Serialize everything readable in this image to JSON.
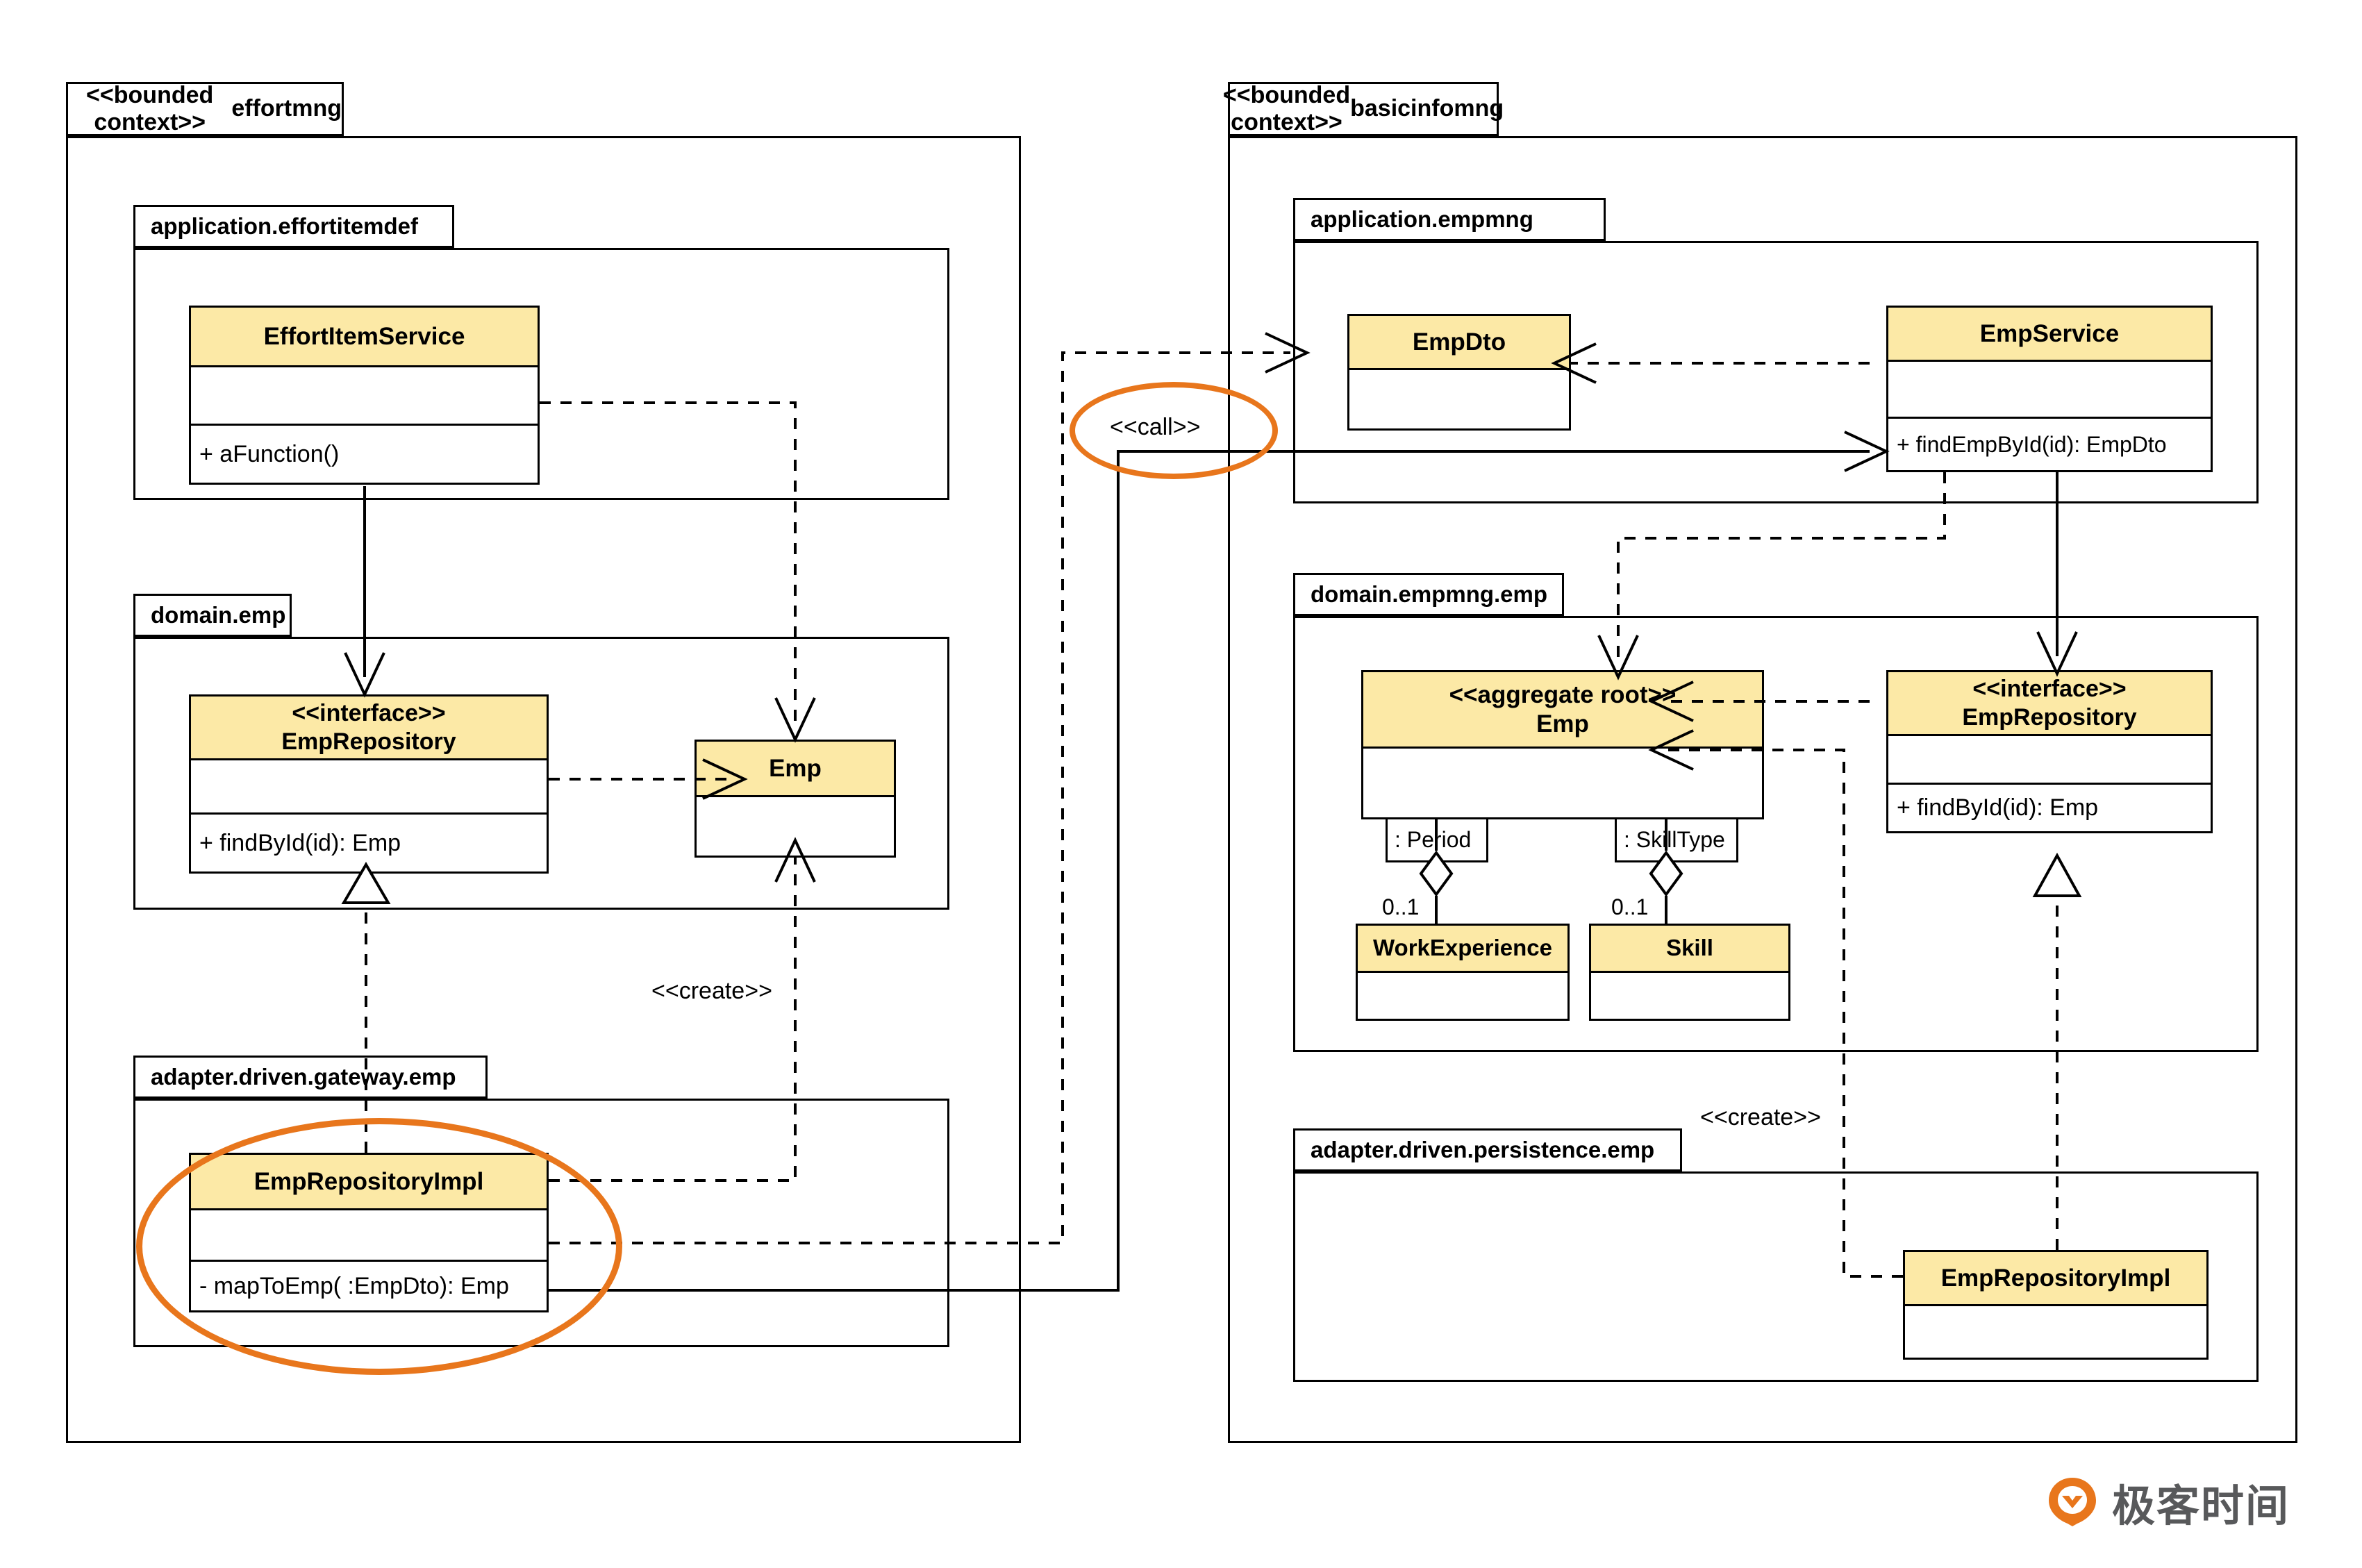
{
  "diagram": {
    "type": "uml-class-diagram",
    "title": "Bounded contexts effortmng and basicinfomng",
    "accent_color": "#E8761C",
    "class_fill_color": "#FCE9A6",
    "line_color": "#000000"
  },
  "contexts": [
    {
      "stereotype": "<<bounded context>>",
      "name": "effortmng",
      "packages": [
        {
          "name": "application.effortitemdef",
          "classes": [
            {
              "name": "EffortItemService",
              "stereotype": "",
              "attributes": [],
              "operations": [
                "+ aFunction()"
              ]
            }
          ]
        },
        {
          "name": "domain.emp",
          "classes": [
            {
              "name": "EmpRepository",
              "stereotype": "<<interface>>",
              "attributes": [],
              "operations": [
                "+ findById(id): Emp"
              ]
            },
            {
              "name": "Emp",
              "stereotype": "",
              "attributes": [],
              "operations": []
            }
          ]
        },
        {
          "name": "adapter.driven.gateway.emp",
          "classes": [
            {
              "name": "EmpRepositoryImpl",
              "stereotype": "",
              "attributes": [],
              "operations": [
                "- mapToEmp( :EmpDto): Emp"
              ]
            }
          ]
        }
      ]
    },
    {
      "stereotype": "<<bounded context>>",
      "name": "basicinfomng",
      "packages": [
        {
          "name": "application.empmng",
          "classes": [
            {
              "name": "EmpDto",
              "stereotype": "",
              "attributes": [],
              "operations": []
            },
            {
              "name": "EmpService",
              "stereotype": "",
              "attributes": [],
              "operations": [
                "+ findEmpById(id): EmpDto"
              ]
            }
          ]
        },
        {
          "name": "domain.empmng.emp",
          "classes": [
            {
              "name": "Emp",
              "stereotype": "<<aggregate root>>",
              "attributes": [],
              "operations": []
            },
            {
              "name": "EmpRepository",
              "stereotype": "<<interface>>",
              "attributes": [],
              "operations": [
                "+ findById(id): Emp"
              ]
            },
            {
              "name": "WorkExperience",
              "stereotype": "",
              "attributes": [],
              "operations": []
            },
            {
              "name": "Skill",
              "stereotype": "",
              "attributes": [],
              "operations": []
            }
          ],
          "roles": [
            {
              "label": ": Period",
              "multiplicity": "0..1",
              "target": "WorkExperience"
            },
            {
              "label": ": SkillType",
              "multiplicity": "0..1",
              "target": "Skill"
            }
          ]
        },
        {
          "name": "adapter.driven.persistence.emp",
          "classes": [
            {
              "name": "EmpRepositoryImpl",
              "stereotype": "",
              "attributes": [],
              "operations": []
            }
          ]
        }
      ]
    }
  ],
  "relationship_labels": {
    "call": "<<call>>",
    "create_left": "<<create>>",
    "create_right": "<<create>>"
  },
  "highlights": [
    {
      "name": "call-highlight",
      "label": "<<call>>",
      "color": "#E8761C"
    },
    {
      "name": "emp-repository-impl-highlight",
      "label": "EmpRepositoryImpl",
      "color": "#E8761C"
    }
  ],
  "watermark": {
    "text": "极客时间",
    "mark_color": "#E8761C",
    "text_color": "#58595B"
  }
}
